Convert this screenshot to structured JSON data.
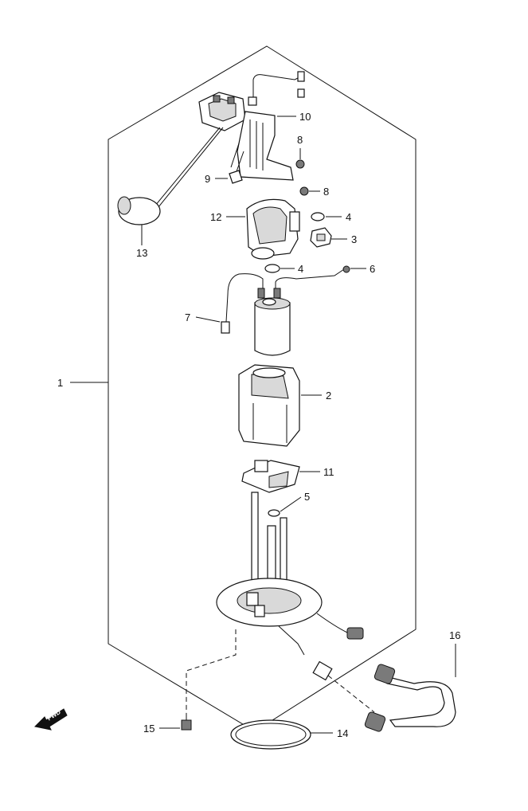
{
  "callouts": {
    "c1": "1",
    "c2": "2",
    "c3": "3",
    "c4a": "4",
    "c4b": "4",
    "c5": "5",
    "c6": "6",
    "c7": "7",
    "c8a": "8",
    "c8b": "8",
    "c9": "9",
    "c10": "10",
    "c11": "11",
    "c12": "12",
    "c13": "13",
    "c14": "14",
    "c15": "15",
    "c16": "16"
  },
  "direction_badge": {
    "text": "FWD",
    "icon": "forward-arrow-icon"
  }
}
